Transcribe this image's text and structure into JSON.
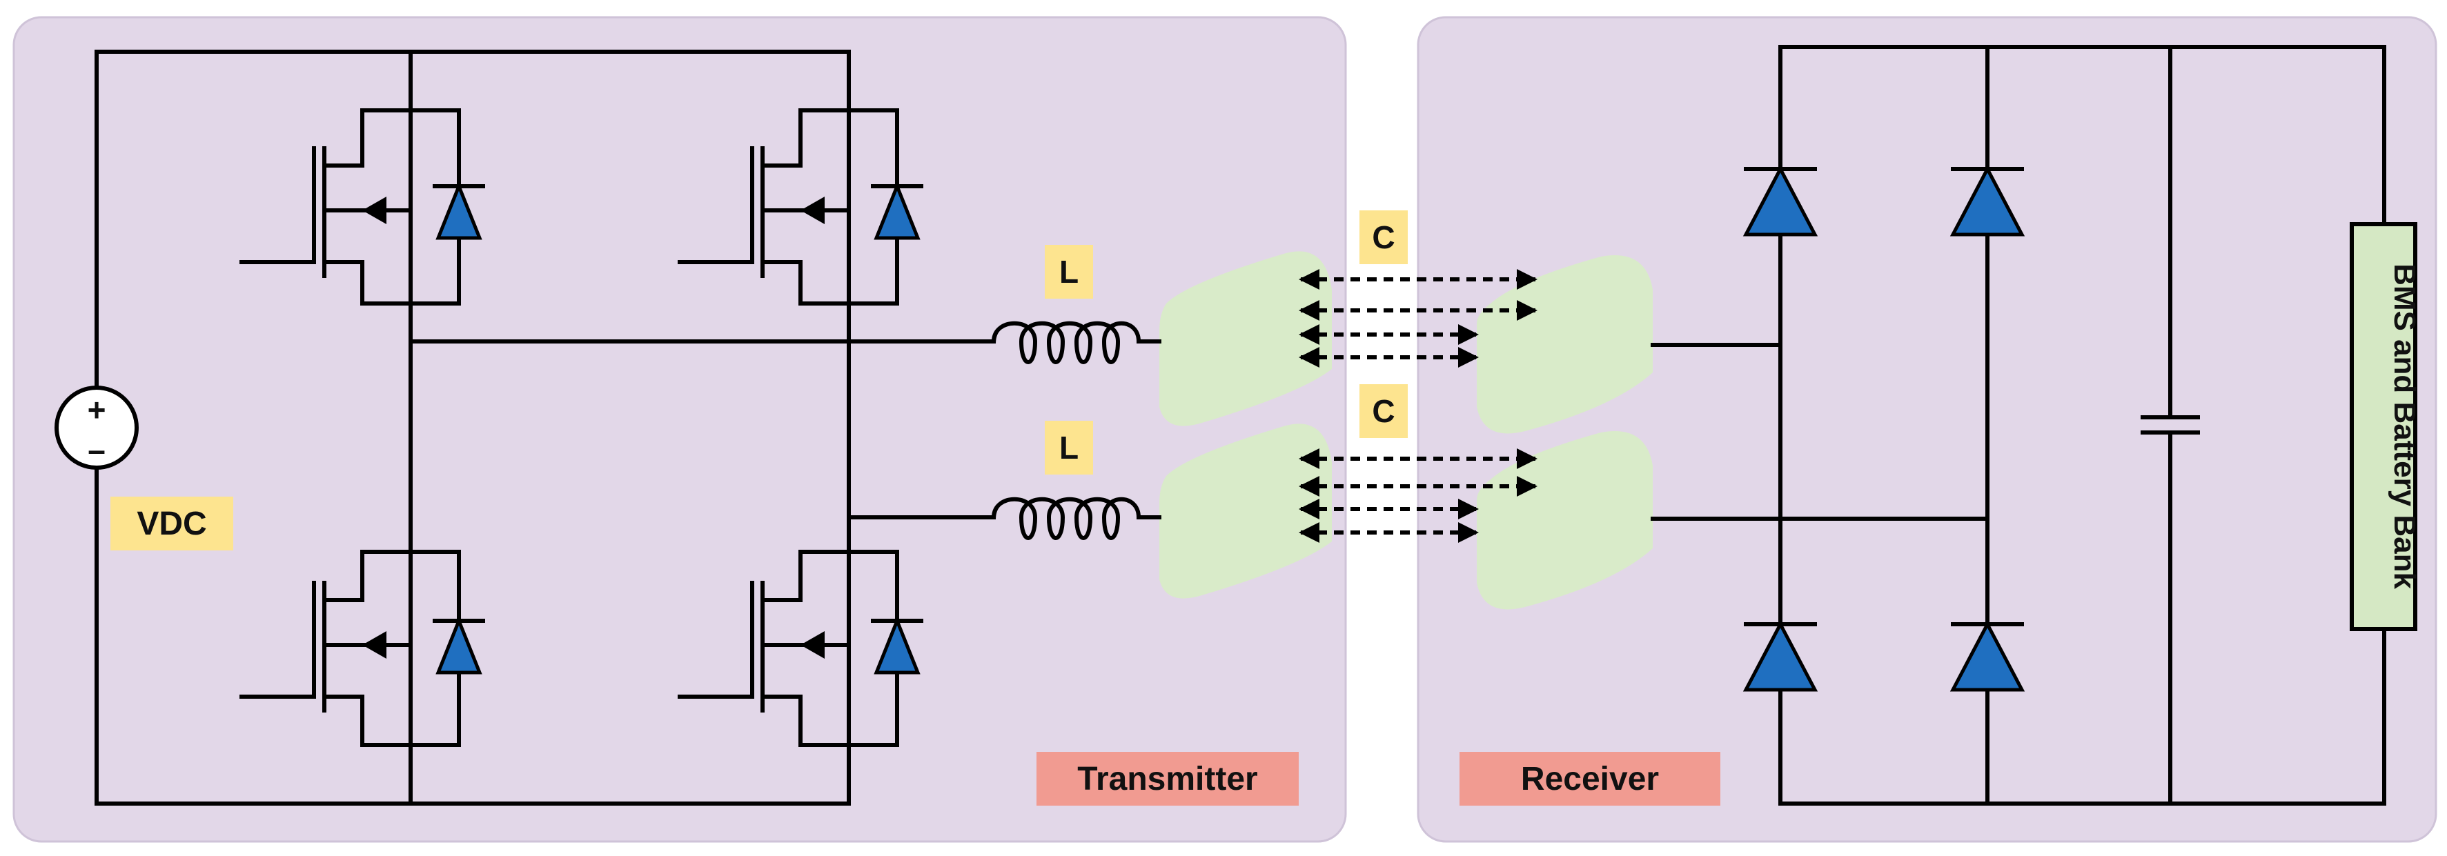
{
  "diagram": {
    "panels": {
      "transmitter": {
        "label": "Transmitter"
      },
      "receiver": {
        "label": "Receiver"
      }
    },
    "source": {
      "label": "VDC",
      "plus": "+",
      "minus": "–"
    },
    "inductors": [
      {
        "label": "L"
      },
      {
        "label": "L"
      }
    ],
    "capacitors": [
      {
        "label": "C"
      },
      {
        "label": "C"
      }
    ],
    "load": {
      "label": "BMS and Battery Bank"
    },
    "colors": {
      "panel": "#e2d7e8",
      "panel_border": "#cfc3d8",
      "coupler": "#d9ebc9",
      "label_yellow": "#fde48f",
      "label_salmon": "#f19b91",
      "diode": "#1f6fc0",
      "load_box": "#d5e8c4"
    }
  }
}
